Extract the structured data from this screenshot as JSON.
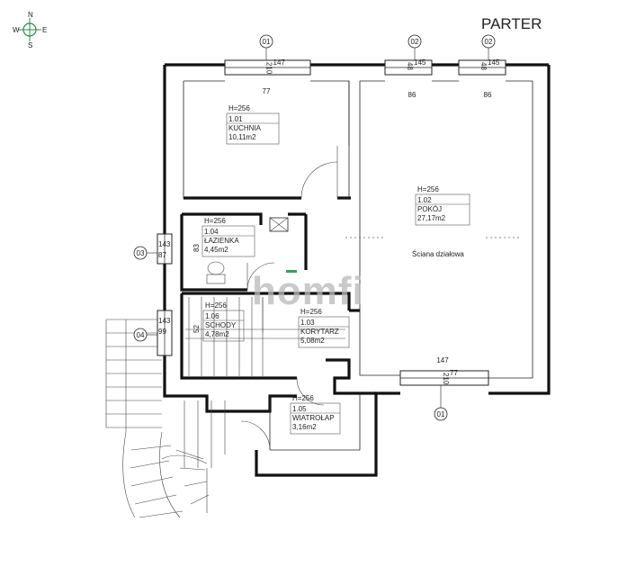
{
  "title": "PARTER",
  "compass": {
    "n": "N",
    "s": "S",
    "e": "E",
    "w": "W"
  },
  "watermark": "homfi",
  "partition_label": "Ściana działowa",
  "rooms": [
    {
      "height": "H=256",
      "number": "1.01",
      "name": "KUCHNIA",
      "area": "10,11m2"
    },
    {
      "height": "H=256",
      "number": "1.02",
      "name": "POKÓJ",
      "area": "27,17m2"
    },
    {
      "height": "H=256",
      "number": "1.04",
      "name": "ŁAZIENKA",
      "area": "4,45m2"
    },
    {
      "height": "H=256",
      "number": "1.06",
      "name": "SCHODY",
      "area": "4,78m2"
    },
    {
      "height": "H=256",
      "number": "1.03",
      "name": "KORYTARZ",
      "area": "5,08m2"
    },
    {
      "height": "H=256",
      "number": "1.05",
      "name": "WIATROŁAP",
      "area": "3,16m2"
    }
  ],
  "windows": [
    {
      "tag": "01",
      "a": "147",
      "b": "210",
      "c": "77"
    },
    {
      "tag": "02",
      "a": "145",
      "b": "48",
      "c": "86"
    },
    {
      "tag": "02",
      "a": "145",
      "b": "48",
      "c": "86"
    },
    {
      "tag": "03",
      "a": "143",
      "b": "87",
      "c": "83"
    },
    {
      "tag": "04",
      "a": "143",
      "b": "99",
      "c": "52"
    },
    {
      "tag": "01",
      "a": "77",
      "b": "210",
      "c": "147"
    }
  ]
}
